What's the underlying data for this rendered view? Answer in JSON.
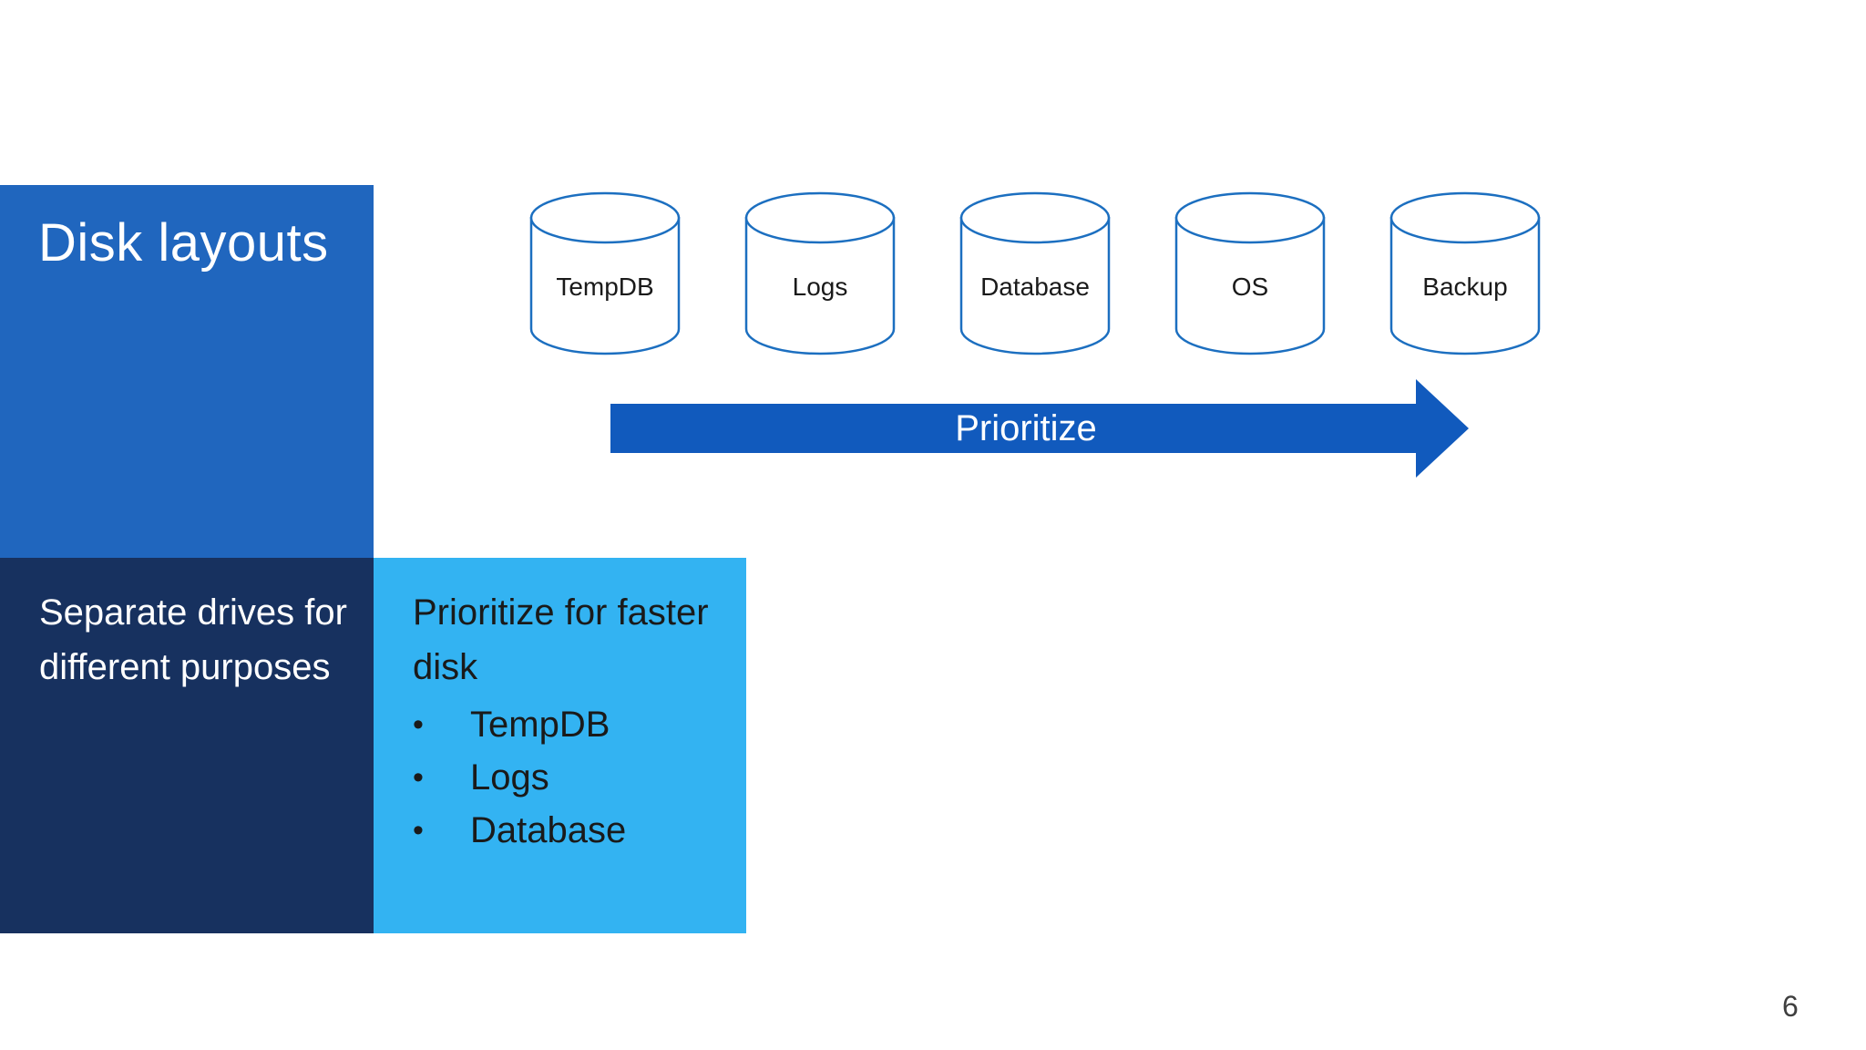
{
  "slide": {
    "title": "Disk layouts",
    "page_number": "6",
    "subtitle": {
      "lines": [
        "Separate drives for",
        "different purposes"
      ]
    },
    "callout": {
      "heading_lines": [
        "Prioritize for faster",
        "disk"
      ],
      "bullet_char": "•",
      "bullets": [
        "TempDB",
        "Logs",
        "Database"
      ]
    },
    "disks": [
      "TempDB",
      "Logs",
      "Database",
      "OS",
      "Backup"
    ],
    "arrow": {
      "label": "Prioritize"
    },
    "colors": {
      "midBlue": "#2066BE",
      "navy": "#17315F",
      "cyan": "#33B3F2",
      "arrowBlue": "#115ABD",
      "cylStroke": "#1C6FC0",
      "inkDark": "#1A1A1A",
      "pageNum": "#3F3F3F"
    }
  }
}
